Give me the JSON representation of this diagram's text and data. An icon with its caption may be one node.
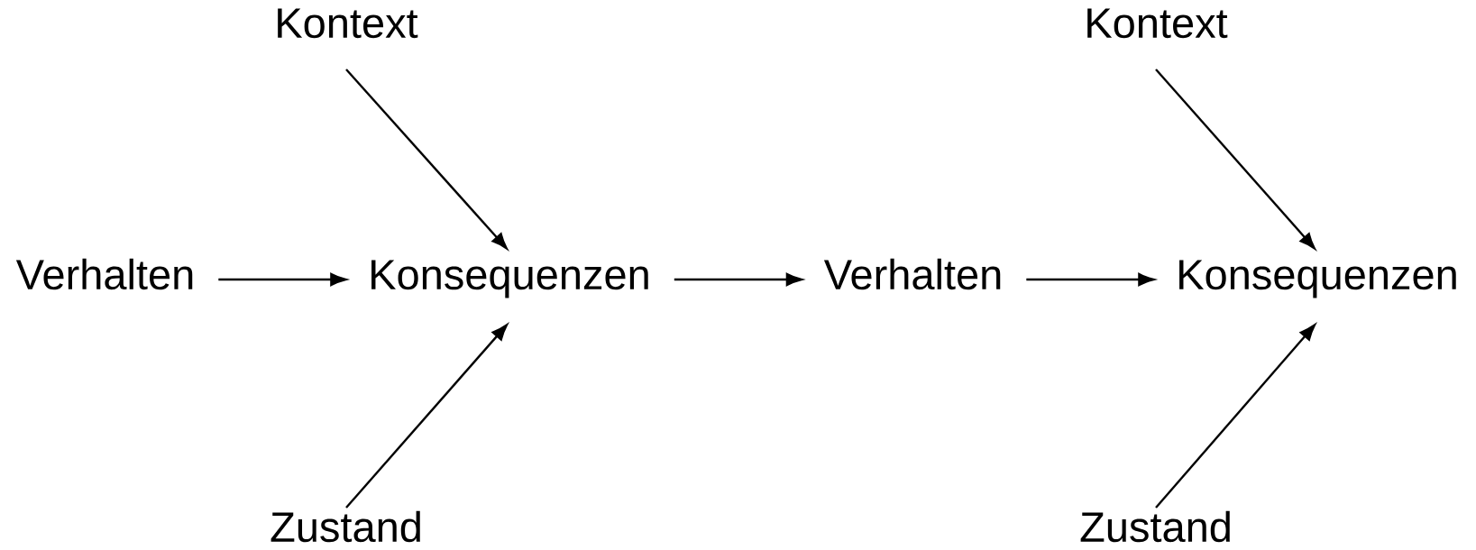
{
  "diagram": {
    "nodes": [
      {
        "text": [
          "Kontext"
        ]
      },
      {
        "text": [
          "Verhalten"
        ]
      },
      {
        "text": [
          "Konsequenzen"
        ]
      },
      {
        "text": [
          "Zustand"
        ]
      },
      {
        "text": [
          "Verhalten"
        ]
      },
      {
        "text": [
          "Kontext"
        ]
      },
      {
        "text": [
          "Konsequenzen"
        ]
      },
      {
        "text": [
          "Zustand"
        ]
      }
    ],
    "edges": [
      {
        "from": 1,
        "to": 2,
        "arrow": "to"
      },
      {
        "from": 0,
        "to": 2,
        "arrow": "to"
      },
      {
        "from": 3,
        "to": 2,
        "arrow": "to"
      },
      {
        "from": 2,
        "to": 4,
        "arrow": "to"
      },
      {
        "from": 4,
        "to": 6,
        "arrow": "to"
      },
      {
        "from": 5,
        "to": 6,
        "arrow": "to"
      },
      {
        "from": 7,
        "to": 6,
        "arrow": "to"
      }
    ]
  }
}
